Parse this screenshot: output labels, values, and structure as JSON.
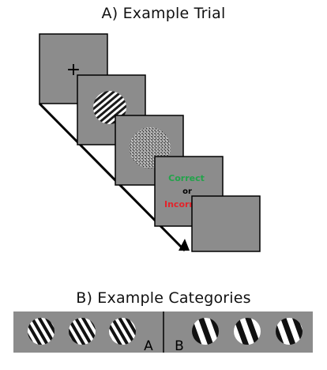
{
  "panel_a": {
    "title": "A) Example Trial",
    "fixation_symbol": "+",
    "feedback": {
      "correct": "Correct",
      "or": "or",
      "incorrect": "Incorrect"
    }
  },
  "panel_b": {
    "title": "B) Example Categories",
    "category_a_label": "A",
    "category_b_label": "B"
  },
  "colors": {
    "screen_gray": "#8c8c8c",
    "correct_green": "#22a34a",
    "incorrect_red": "#e3242b",
    "outline": "#000000"
  }
}
